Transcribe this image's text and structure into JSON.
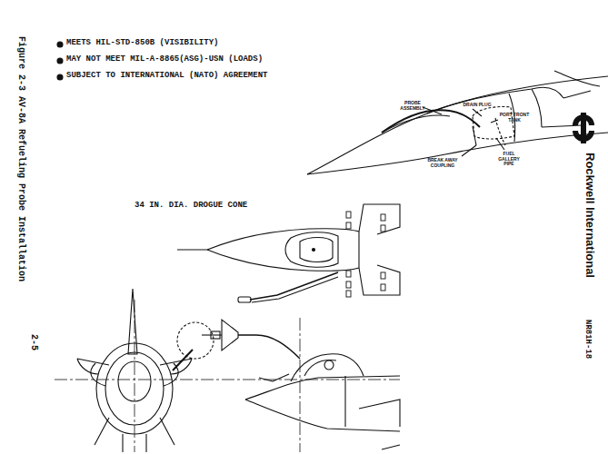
{
  "diagram": {
    "caption": "Figure 2-3 AV-8A Refueling Probe Installation",
    "labels": [
      "MEETS HIL-STD-850B (VISIBILITY)",
      "MAY NOT MEET MIL-A-8865(ASG)-USN (LOADS)",
      "SUBJECT TO INTERNATIONAL (NATO) AGREEMENT",
      "34 IN. DIA. DROGUE CONE",
      "PROBE ASSEMBLY",
      "DRAIN PLUG",
      "PORT FRONT TANK",
      "FUEL GALLERY PIPE",
      "BREAK AWAY COUPLING",
      "Rockwell International",
      "NR81H-18",
      "2-5"
    ]
  }
}
